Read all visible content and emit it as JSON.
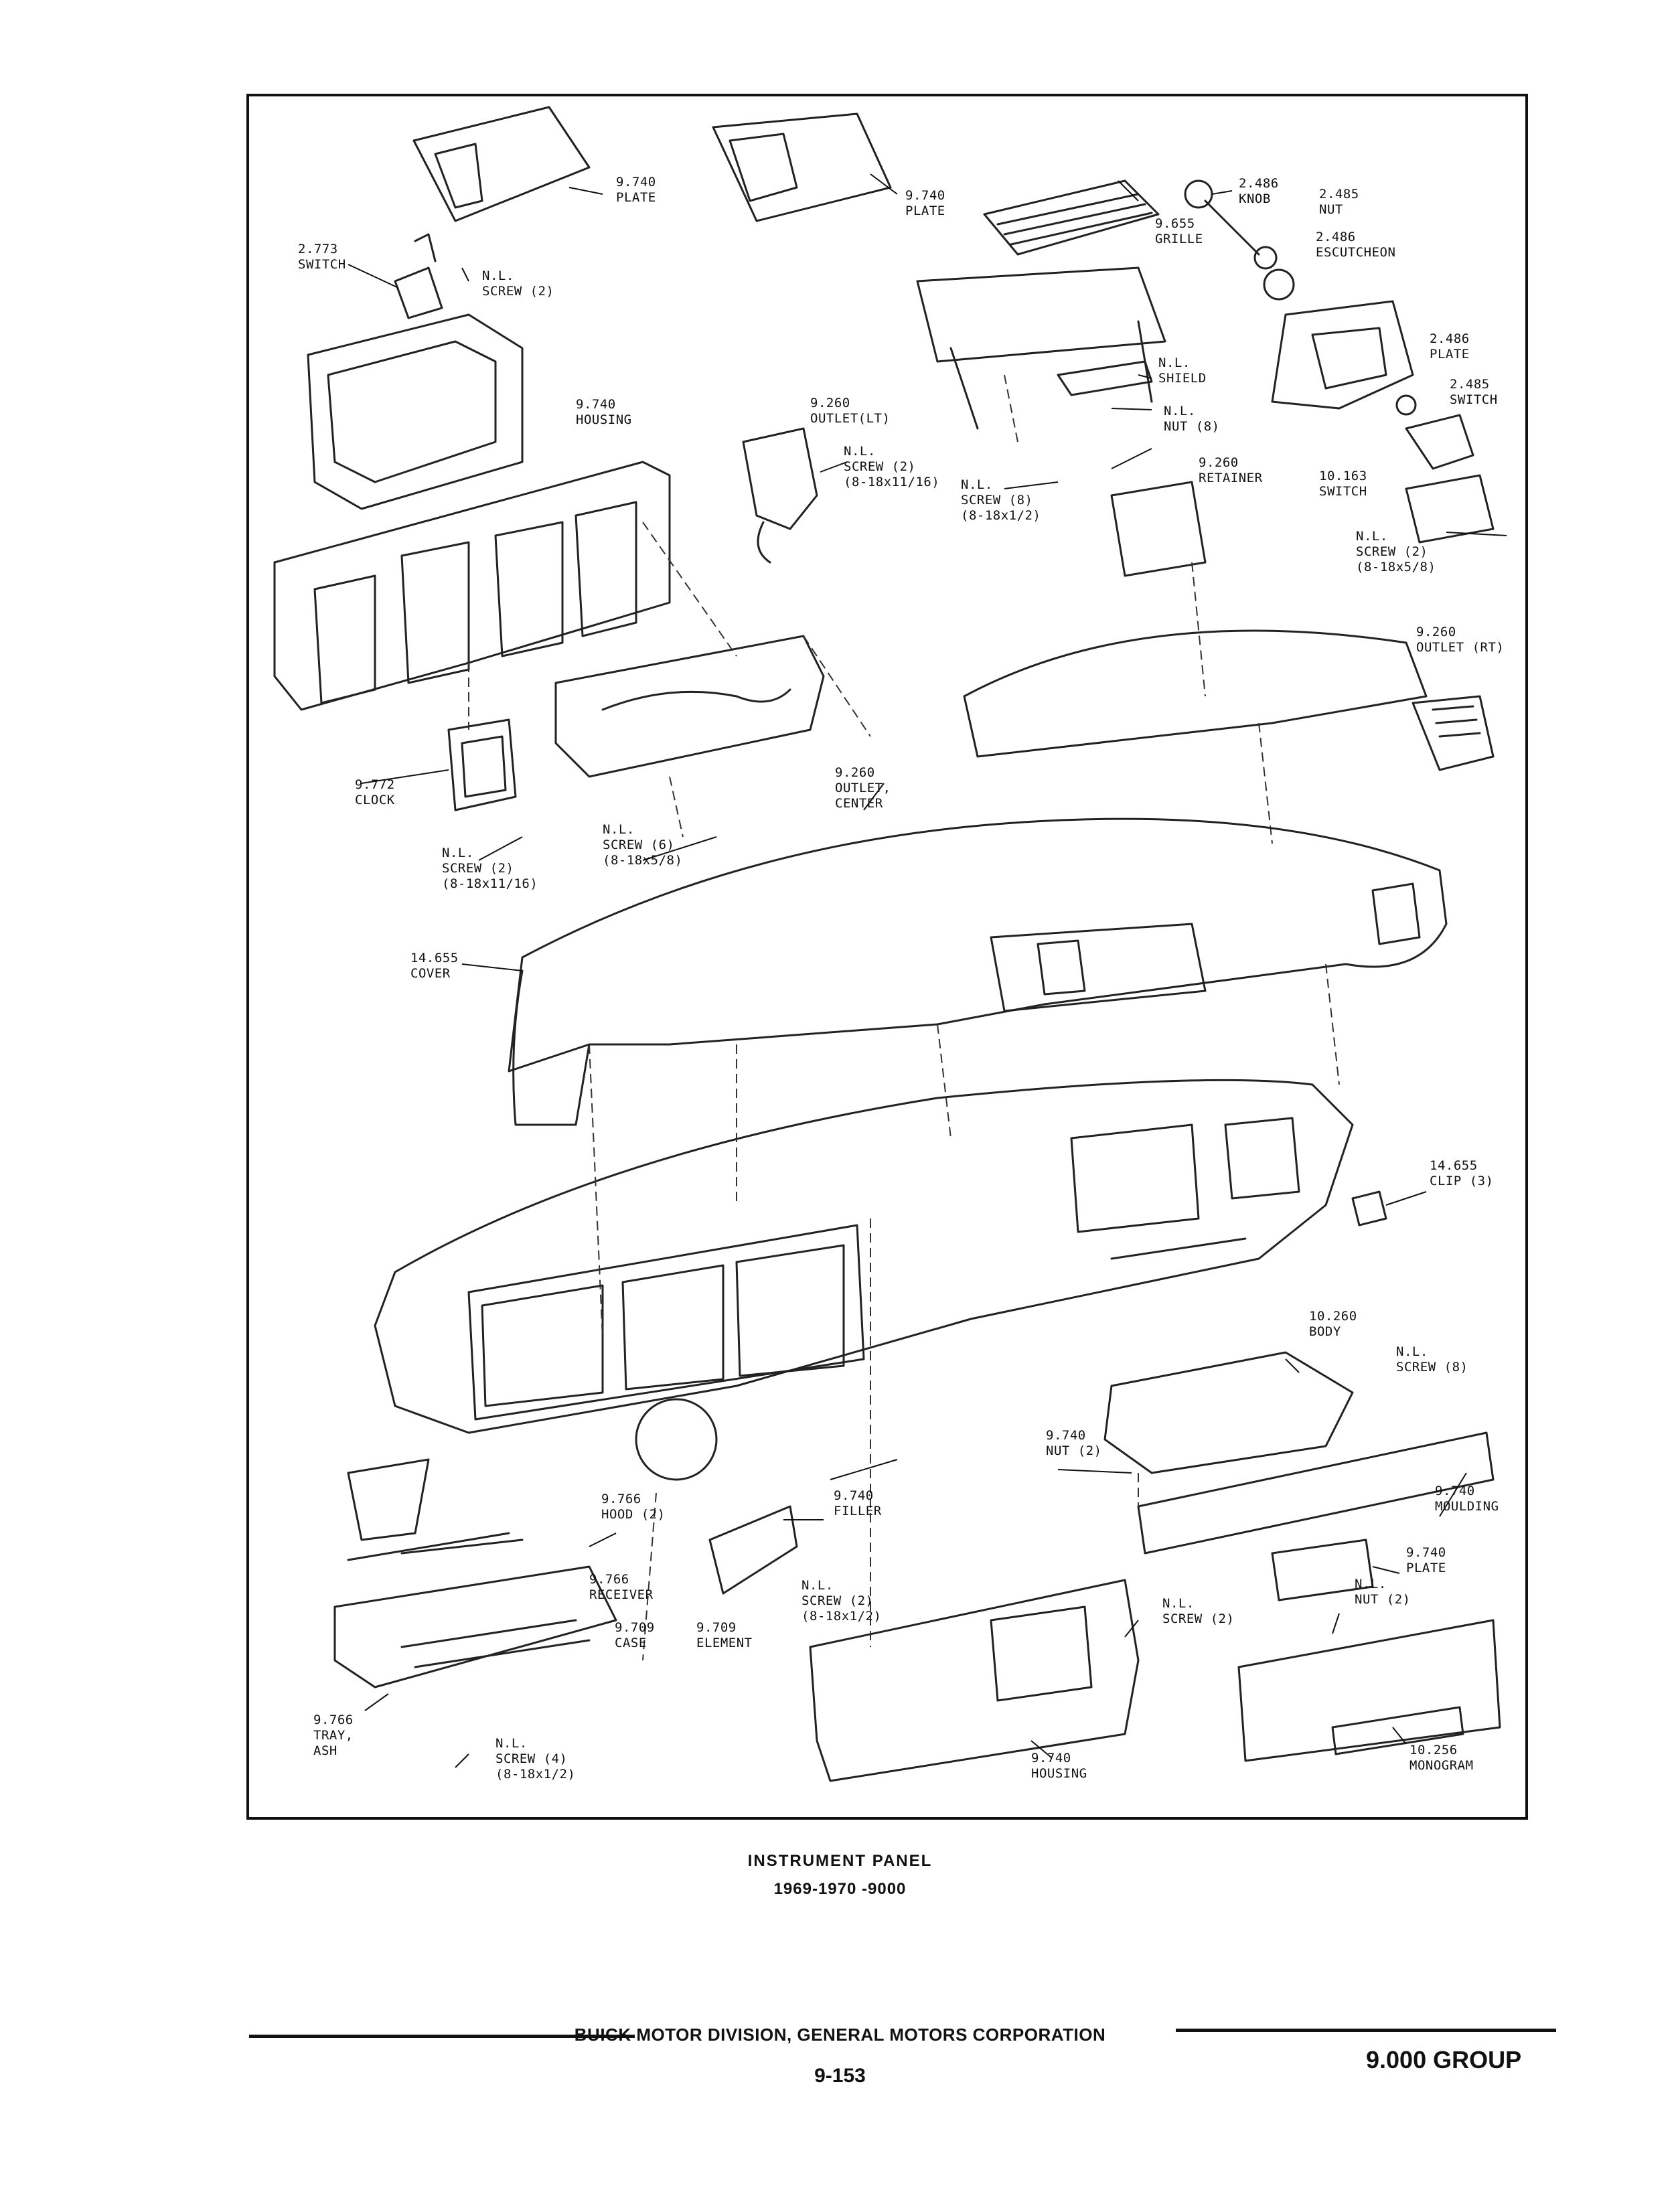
{
  "caption": {
    "title": "INSTRUMENT PANEL",
    "subtitle": "1969-1970 -9000"
  },
  "footer": {
    "corporation": "BUICK MOTOR DIVISION, GENERAL MOTORS CORPORATION",
    "page_number": "9-153",
    "group": "9.000 GROUP"
  },
  "callouts": [
    {
      "id": "plate-left",
      "lines": [
        "9.740",
        "PLATE"
      ]
    },
    {
      "id": "plate-center",
      "lines": [
        "9.740",
        "PLATE"
      ]
    },
    {
      "id": "grille",
      "lines": [
        "9.655",
        "GRILLE"
      ]
    },
    {
      "id": "knob",
      "lines": [
        "2.486",
        "KNOB"
      ]
    },
    {
      "id": "nut-top",
      "lines": [
        "2.485",
        "NUT"
      ]
    },
    {
      "id": "escutcheon",
      "lines": [
        "2.486",
        "ESCUTCHEON"
      ]
    },
    {
      "id": "switch-2773",
      "lines": [
        "2.773",
        "SWITCH"
      ]
    },
    {
      "id": "screw-2-top",
      "lines": [
        "N.L.",
        "SCREW (2)"
      ]
    },
    {
      "id": "shield",
      "lines": [
        "N.L.",
        "SHIELD"
      ]
    },
    {
      "id": "plate-2486",
      "lines": [
        "2.486",
        "PLATE"
      ]
    },
    {
      "id": "switch-2485",
      "lines": [
        "2.485",
        "SWITCH"
      ]
    },
    {
      "id": "nut-8",
      "lines": [
        "N.L.",
        "NUT (8)"
      ]
    },
    {
      "id": "housing-top",
      "lines": [
        "9.740",
        "HOUSING"
      ]
    },
    {
      "id": "outlet-lt",
      "lines": [
        "9.260",
        "OUTLET(LT)"
      ]
    },
    {
      "id": "screw-2-11-16-top",
      "lines": [
        "N.L.",
        "SCREW (2)",
        "(8-18x11/16)"
      ]
    },
    {
      "id": "retainer",
      "lines": [
        "9.260",
        "RETAINER"
      ]
    },
    {
      "id": "screw-8-1-2",
      "lines": [
        "N.L.",
        "SCREW (8)",
        "(8-18x1/2)"
      ]
    },
    {
      "id": "switch-10163",
      "lines": [
        "10.163",
        "SWITCH"
      ]
    },
    {
      "id": "screw-2-5-8",
      "lines": [
        "N.L.",
        "SCREW (2)",
        "(8-18x5/8)"
      ]
    },
    {
      "id": "outlet-rt",
      "lines": [
        "9.260",
        "OUTLET (RT)"
      ]
    },
    {
      "id": "clock",
      "lines": [
        "9.772",
        "CLOCK"
      ]
    },
    {
      "id": "outlet-center",
      "lines": [
        "9.260",
        "OUTLET,",
        "CENTER"
      ]
    },
    {
      "id": "screw-2-11-16",
      "lines": [
        "N.L.",
        "SCREW (2)",
        "(8-18x11/16)"
      ]
    },
    {
      "id": "screw-6",
      "lines": [
        "N.L.",
        "SCREW (6)",
        "(8-18x5/8)"
      ]
    },
    {
      "id": "cover",
      "lines": [
        "14.655",
        "COVER"
      ]
    },
    {
      "id": "clip",
      "lines": [
        "14.655",
        "CLIP (3)"
      ]
    },
    {
      "id": "body",
      "lines": [
        "10.260",
        "BODY"
      ]
    },
    {
      "id": "screw-8-body",
      "lines": [
        "N.L.",
        "SCREW (8)"
      ]
    },
    {
      "id": "nut-2-upper",
      "lines": [
        "9.740",
        "NUT (2)"
      ]
    },
    {
      "id": "moulding",
      "lines": [
        "9.740",
        "MOULDING"
      ]
    },
    {
      "id": "hood",
      "lines": [
        "9.766",
        "HOOD (2)"
      ]
    },
    {
      "id": "filler",
      "lines": [
        "9.740",
        "FILLER"
      ]
    },
    {
      "id": "plate-lower",
      "lines": [
        "9.740",
        "PLATE"
      ]
    },
    {
      "id": "receiver",
      "lines": [
        "9.766",
        "RECEIVER"
      ]
    },
    {
      "id": "screw-2-lower",
      "lines": [
        "N.L.",
        "SCREW (2)",
        "(8-18x1/2)"
      ]
    },
    {
      "id": "nut-2-lower",
      "lines": [
        "N.L.",
        "NUT (2)"
      ]
    },
    {
      "id": "case",
      "lines": [
        "9.709",
        "CASE"
      ]
    },
    {
      "id": "element",
      "lines": [
        "9.709",
        "ELEMENT"
      ]
    },
    {
      "id": "screw-2-right",
      "lines": [
        "N.L.",
        "SCREW (2)"
      ]
    },
    {
      "id": "tray",
      "lines": [
        "9.766",
        "TRAY,",
        "ASH"
      ]
    },
    {
      "id": "screw-4",
      "lines": [
        "N.L.",
        "SCREW (4)",
        "(8-18x1/2)"
      ]
    },
    {
      "id": "housing-lower",
      "lines": [
        "9.740",
        "HOUSING"
      ]
    },
    {
      "id": "monogram",
      "lines": [
        "10.256",
        "MONOGRAM"
      ]
    }
  ]
}
